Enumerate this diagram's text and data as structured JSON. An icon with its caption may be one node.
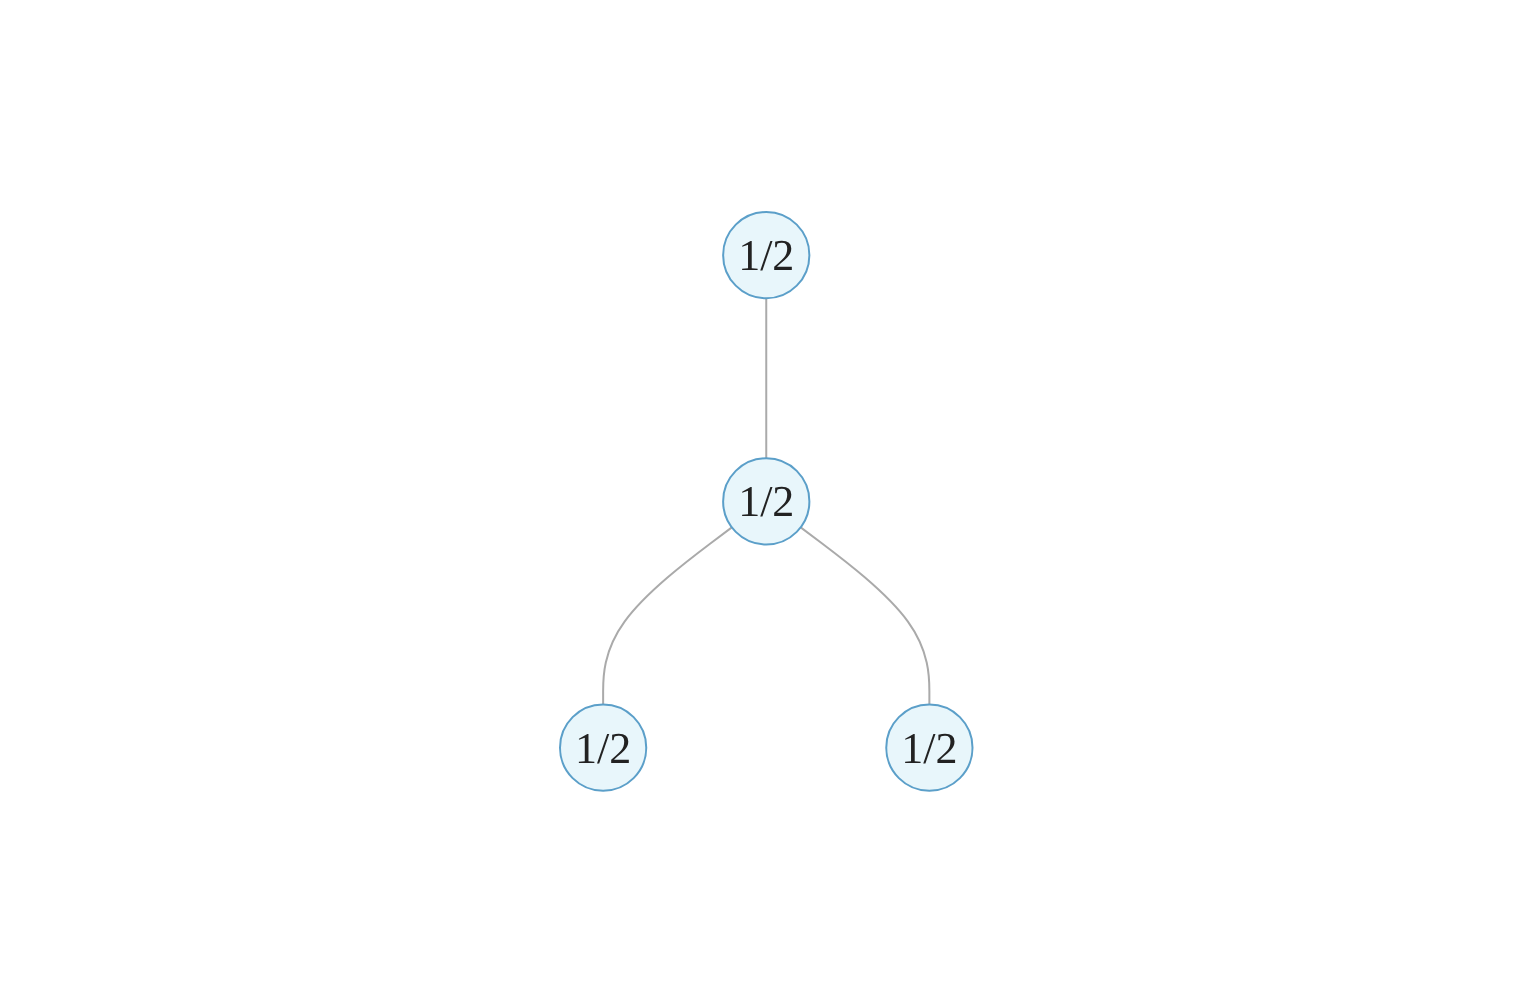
{
  "diagram": {
    "nodes": [
      {
        "text": [
          "1/2"
        ]
      },
      {
        "text": [
          "1/2"
        ]
      },
      {
        "text": [
          "1/2"
        ]
      },
      {
        "text": [
          "1/2"
        ]
      }
    ],
    "edges": [
      {
        "from": 0,
        "to": 1,
        "arrow": "none"
      },
      {
        "from": 1,
        "to": 2,
        "arrow": "none"
      },
      {
        "from": 1,
        "to": 3,
        "arrow": "none"
      }
    ]
  }
}
